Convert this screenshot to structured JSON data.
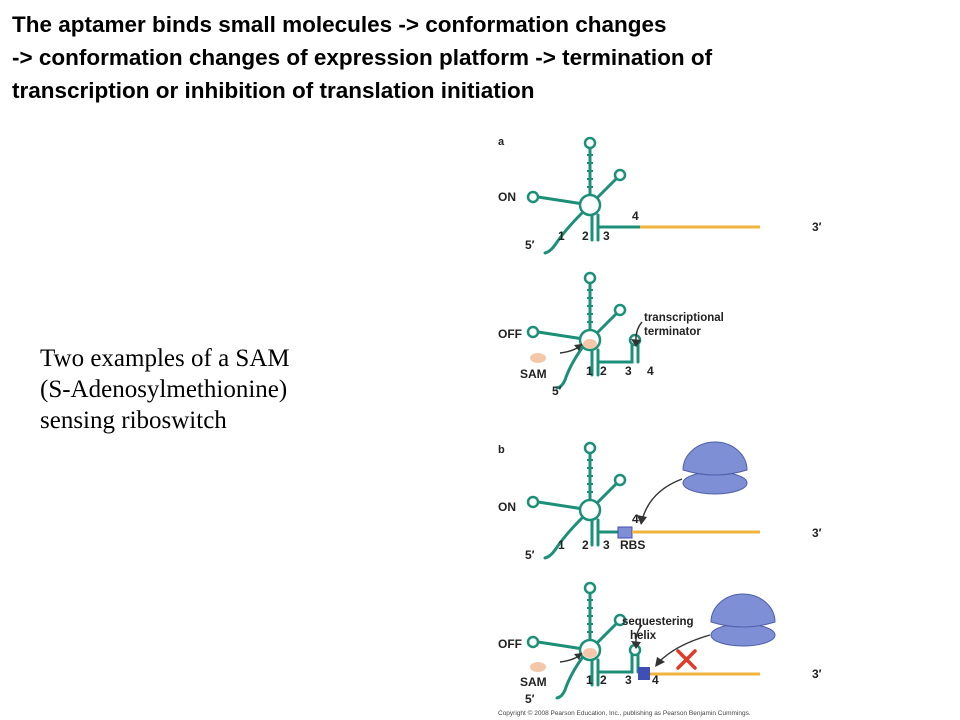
{
  "heading": {
    "line1": "The aptamer binds small molecules -> conformation changes",
    "line2": "-> conformation changes of expression platform -> termination of",
    "line3": "transcription or inhibition of translation initiation"
  },
  "caption": {
    "line1": "Two examples of  a SAM",
    "line2": "(S-Adenosylmethionine)",
    "line3": "sensing riboswitch"
  },
  "figure": {
    "panel_a": "a",
    "panel_b": "b",
    "state_on": "ON",
    "state_off": "OFF",
    "ligand": "SAM",
    "five_prime": "5′",
    "three_prime": "3′",
    "seg1": "1",
    "seg2": "2",
    "seg3": "3",
    "seg4": "4",
    "rbs": "RBS",
    "terminator_line1": "transcriptional",
    "terminator_line2": "terminator",
    "sequestering_line1": "sequestering",
    "sequestering_line2": "helix",
    "copyright": "Copyright © 2008 Pearson Education, Inc., publishing as Pearson Benjamin Cummings."
  },
  "colors": {
    "rna": "#1c8f78",
    "mrna_tail": "#f0b43c",
    "ribosome": "#7f8fd6",
    "ribosome_edge": "#4f5fa8",
    "sam": "#f4c7a8",
    "block": "#3f4fb4",
    "cross": "#e03b2a"
  }
}
